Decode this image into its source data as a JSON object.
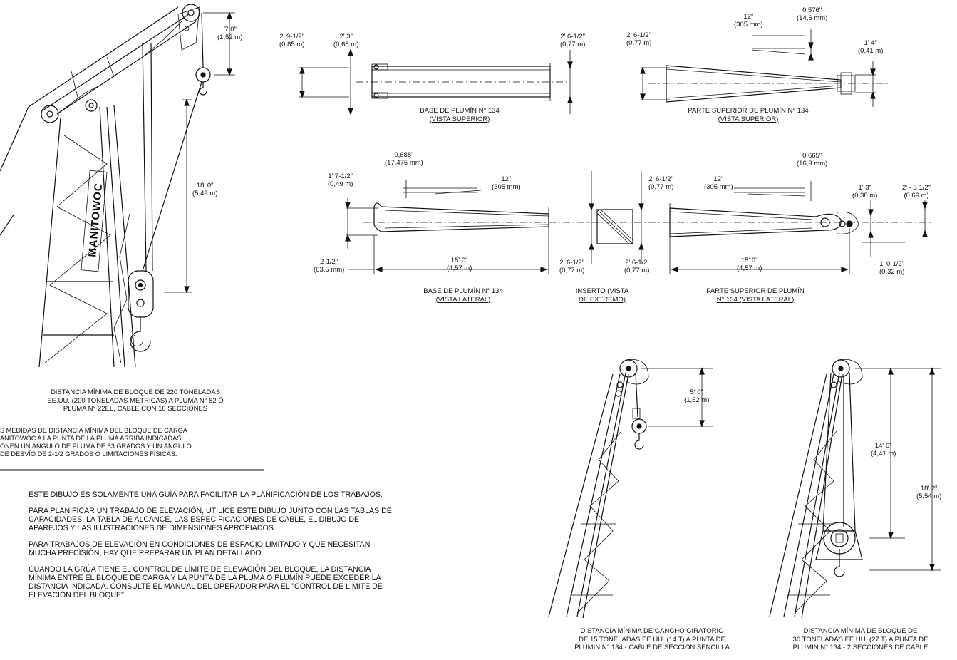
{
  "crane_large": {
    "dim_top": [
      "5' 0\"",
      "(1,52 m)"
    ],
    "dim_main": [
      "18' 0\"",
      "(5,49 m)"
    ],
    "brand": "MANITOWOC",
    "caption": [
      "DISTANCIA MÍNIMA DE BLOQUE DE 220 TONELADAS",
      "EE.UU. (200 TONELADAS MÉTRICAS) A PLUMA N° 82 ó",
      "PLUMA N° 22EL, CABLE CON 16 SECCIONES"
    ]
  },
  "side_note": [
    "S MEDIDAS DE DISTANCIA MÍNIMA DEL BLOQUE DE CARGA",
    "ANITOWOC A LA PUNTA DE LA PLUMA ARRIBA INDICADAS",
    "ONEN UN ÁNGULO DE PLUMA DE 83 GRADOS Y UN ÁNGULO",
    "DE DESVÍO DE 2-1/2 GRADOS O LIMITACIONES FÍSICAS."
  ],
  "top_base": {
    "dim_a": [
      "2' 9-1/2\"",
      "(0,85 m)"
    ],
    "dim_b": [
      "2' 3\"",
      "(0,68 m)"
    ],
    "dim_c": [
      "2' 6-1/2\"",
      "(0,77 m)"
    ],
    "caption": [
      "BASE DE PLUMÍN N° 134",
      "(VISTA SUPERIOR)"
    ]
  },
  "top_tip": {
    "dim_a": [
      "2' 6-1/2\"",
      "(0,77 m)"
    ],
    "dim_b": [
      "12\"",
      "(305 mm)"
    ],
    "dim_c": [
      "0,576\"",
      "(14,6 mm)"
    ],
    "dim_d": [
      "1' 4\"",
      "(0,41 m)"
    ],
    "caption": [
      "PARTE SUPERIOR DE PLUMÍN N° 134",
      "(VISTA SUPERIOR)"
    ]
  },
  "side_view": {
    "dim_a": [
      "1' 7-1/2\"",
      "(0,49 m)"
    ],
    "dim_b": [
      "0,688\"",
      "(17,475 mm)"
    ],
    "dim_c": [
      "12\"",
      "(305 mm)"
    ],
    "dim_d": [
      "2' 6-1/2\"",
      "(0,77 m)"
    ],
    "dim_e": [
      "12\"",
      "(305 mm)"
    ],
    "dim_f": [
      "0,665\"",
      "(16,9 mm)"
    ],
    "dim_g": [
      "1' 3\"",
      "(0,38 m)"
    ],
    "dim_h": [
      "2' - 3 1/2\"",
      "(0,69 m)"
    ],
    "dim_i": [
      "2-1/2\"",
      "(63,5 mm)"
    ],
    "dim_j": [
      "15' 0\"",
      "(4,57 m)"
    ],
    "dim_k": [
      "2' 6-1/2\"",
      "(0,77 m)"
    ],
    "dim_l": [
      "2' 6-1/2'",
      "(0,77 m)"
    ],
    "dim_m": [
      "15' 0\"",
      "(4,57 m)"
    ],
    "dim_n": [
      "1' 0-1/2\"",
      "(0,32 m)"
    ],
    "cap_base": [
      "BASE DE PLUMÍN N° 134",
      "(VISTA LATERAL)"
    ],
    "cap_insert": [
      "INSERTO (VISTA",
      "DE EXTREMO)"
    ],
    "cap_tip": [
      "PARTE SUPERIOR DE PLUMÍN",
      "N° 134 (VISTA LATERAL)"
    ]
  },
  "crane_swivel": {
    "dim": [
      "5' 0\"",
      "(1,52 m)"
    ],
    "caption": [
      "DISTANCIA MÍNIMA DE GANCHO GIRATORIO",
      "DE 15 TONELADAS EE.UU. (14 t) A PUNTA DE",
      "PLUMÍN N° 134 - CABLE DE SECCIÓN SENCILLA"
    ]
  },
  "crane_block": {
    "dim_a": [
      "14' 6\"",
      "(4,41 m)"
    ],
    "dim_b": [
      "18' 2\"",
      "(5,54 m)"
    ],
    "caption": [
      "DISTANCIA MÍNIMA DE BLOQUE DE",
      "30 TONELADAS EE.UU. (27 t) A PUNTA DE",
      "PLUMÍN N° 134 - 2 SECCIONES DE CABLE"
    ]
  },
  "notes": [
    "ESTE DIBUJO ES SOLAMENTE UNA GUÍA PARA FACILITAR LA PLANIFICACIÓN DE LOS TRABAJOS.",
    "PARA PLANIFICAR UN TRABAJO DE ELEVACIÓN, UTILICE ESTE DIBUJO JUNTO CON LAS TABLAS DE CAPACIDADES, LA TABLA DE ALCANCE, LAS ESPECIFICACIONES DE CABLE, EL DIBUJO DE APAREJOS Y LAS ILUSTRACIONES DE DIMENSIONES APROPIADOS.",
    "PARA TRABAJOS DE ELEVACIÓN EN CONDICIONES DE ESPACIO LIMITADO Y QUE NECESITAN MUCHA PRECISIÓN, HAY QUE PREPARAR UN PLAN DETALLADO.",
    "CUANDO LA GRÚA TIENE EL CONTROL DE LÍMITE DE ELEVACIÓN DEL BLOQUE, LA DISTANCIA MÍNIMA ENTRE EL BLOQUE DE CARGA Y LA PUNTA DE LA PLUMA O PLUMÍN PUEDE EXCEDER LA DISTANCIA INDICADA. CONSULTE EL MANUAL DEL OPERADOR PARA EL \"CONTROL DE LÍMITE DE ELEVACIÓN DEL BLOQUE\"."
  ]
}
